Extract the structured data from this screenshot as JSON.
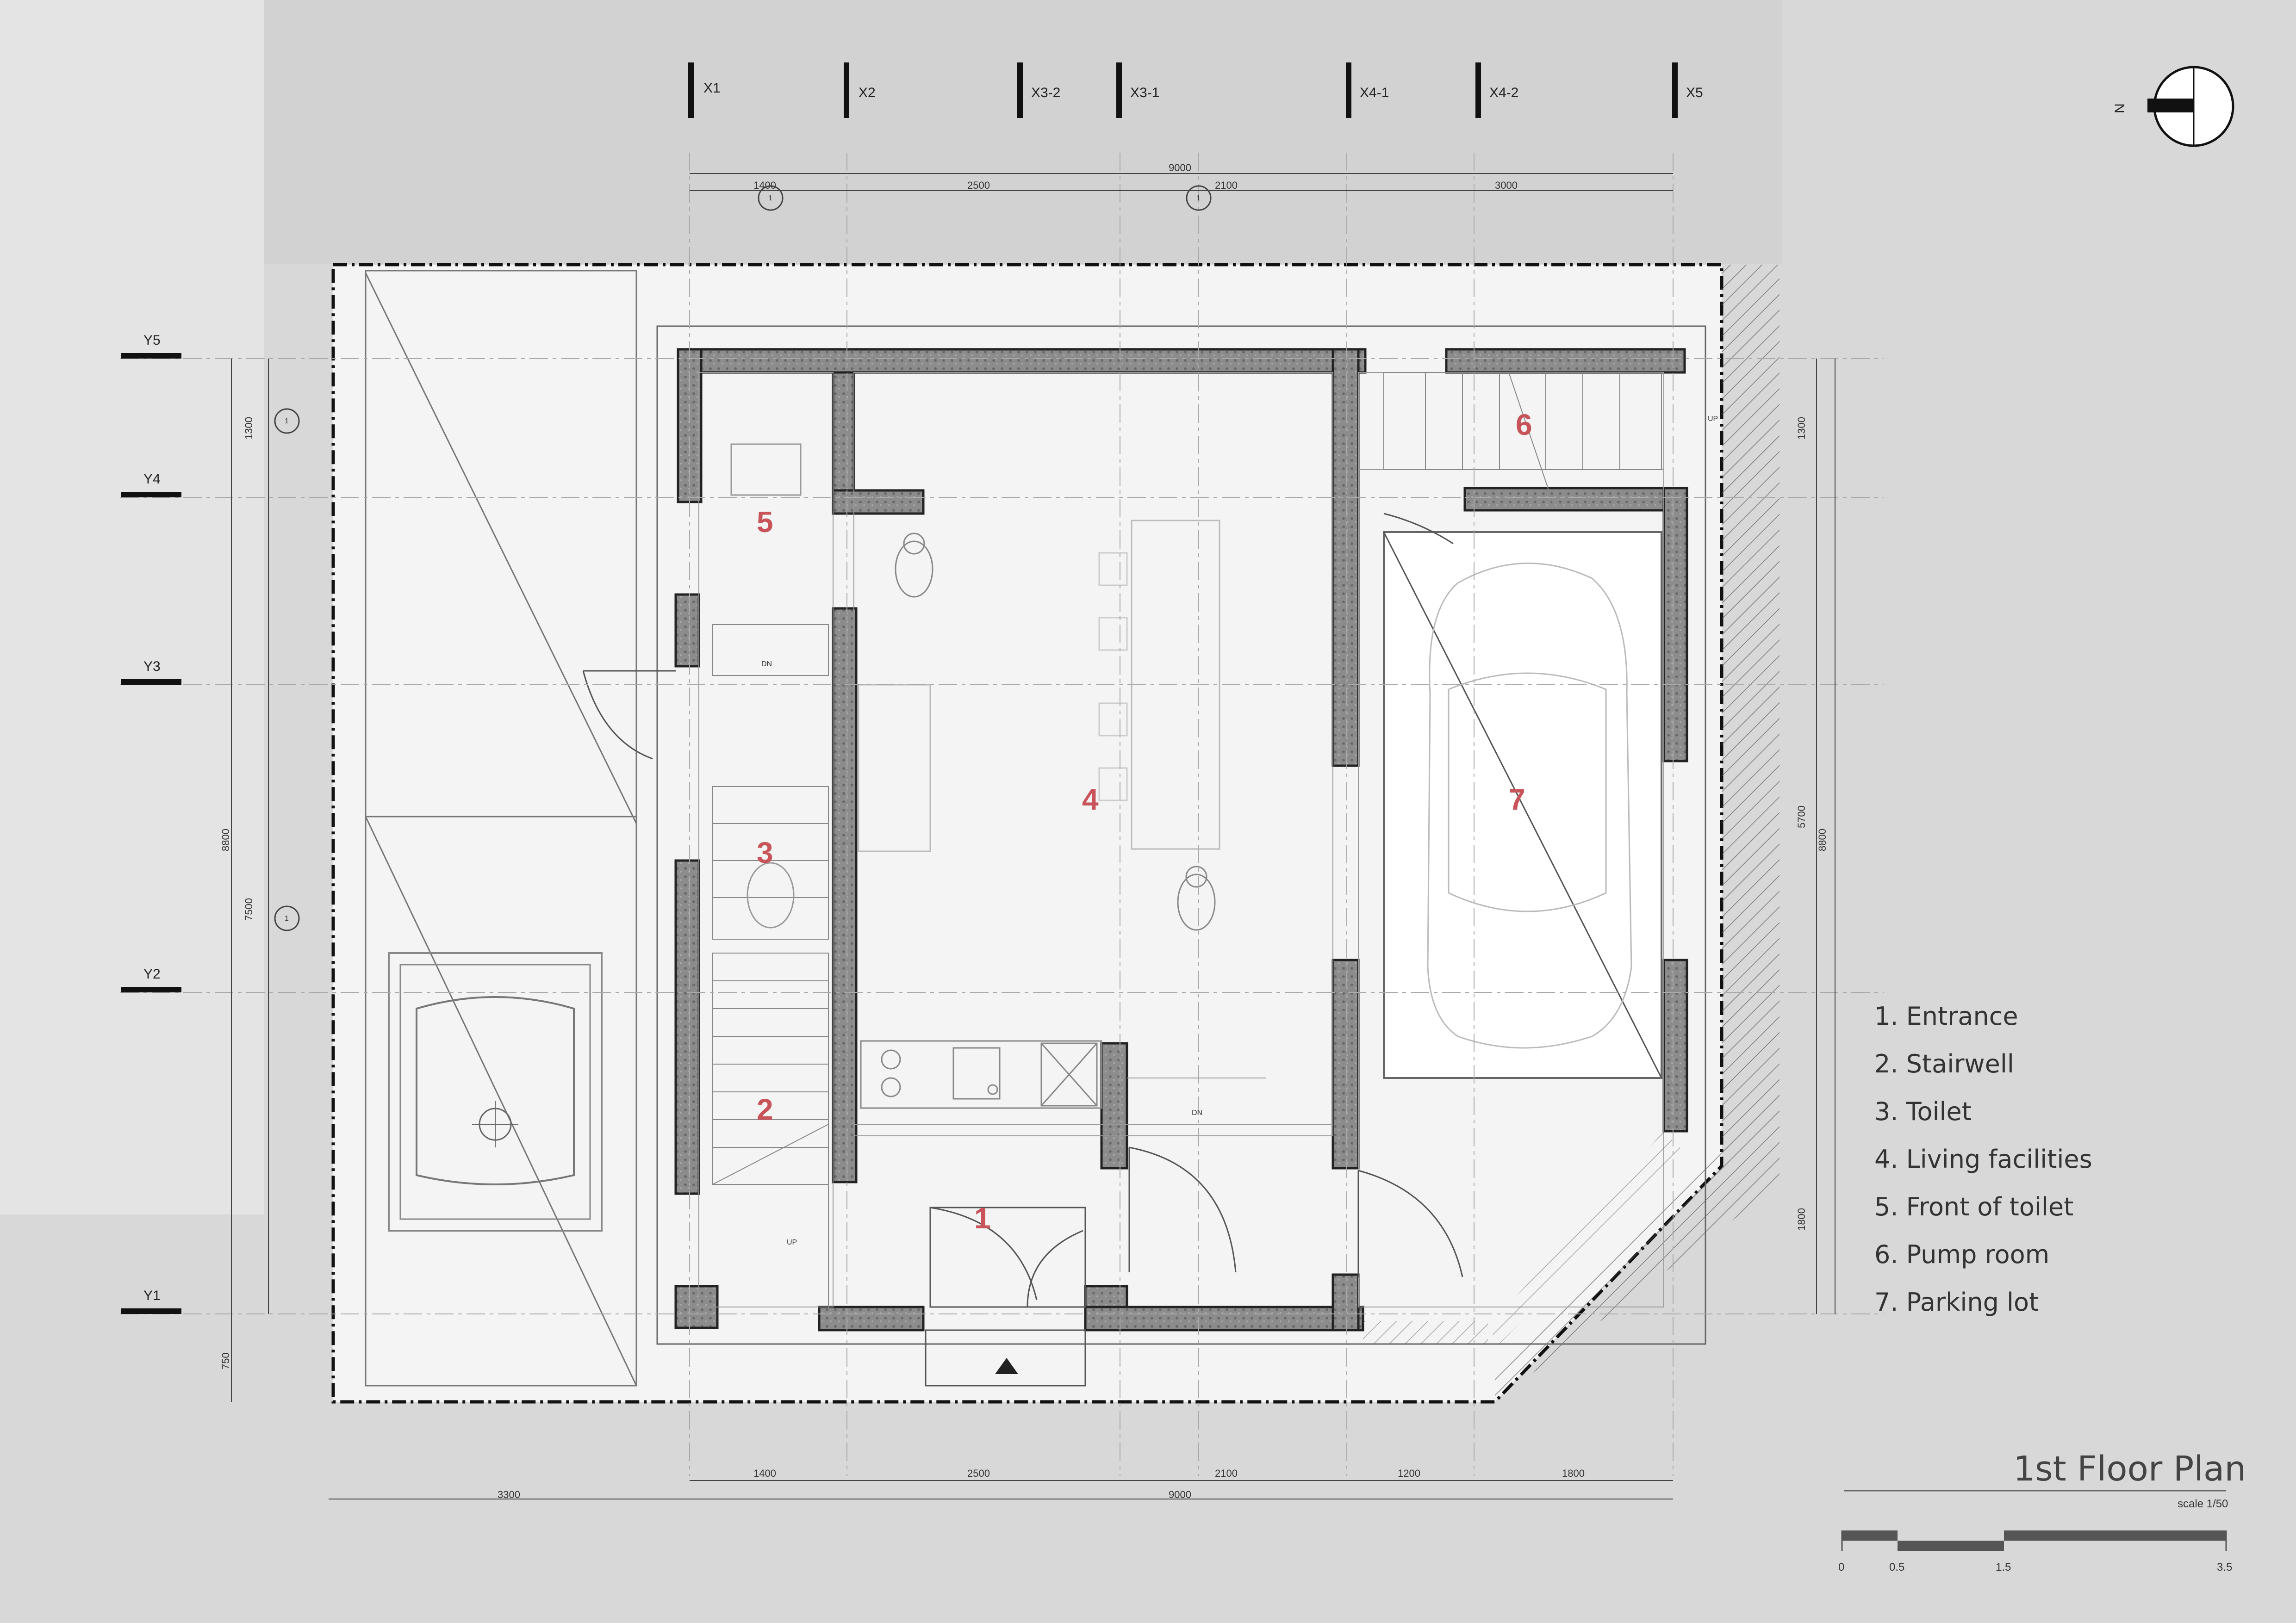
{
  "grid": {
    "x": [
      "X1",
      "X2",
      "X3-2",
      "X3-1",
      "X4-1",
      "X4-2",
      "X5"
    ],
    "y": [
      "Y5",
      "Y4",
      "Y3",
      "Y2",
      "Y1"
    ]
  },
  "dimensions": {
    "top_total": "9000",
    "top_segments": [
      "1400",
      "2500",
      "2100",
      "3000"
    ],
    "bottom_segments": [
      "1400",
      "2500",
      "2100",
      "1200",
      "1800"
    ],
    "bottom_total": "9000",
    "bottom_left": "3300",
    "left_outer": "8800",
    "left_inner": "7500",
    "left_top": "1300",
    "left_bottom": "750",
    "right_top": "1300",
    "right_mid": "5700",
    "right_outer": "8800",
    "right_bottom": "1800"
  },
  "rooms": {
    "r1": "1",
    "r2": "2",
    "r3": "3",
    "r4": "4",
    "r5": "5",
    "r6": "6",
    "r7": "7"
  },
  "annotations": {
    "dn1": "DN",
    "dn2": "DN",
    "up1": "UP",
    "up2": "UP",
    "marker_top1": "1",
    "marker_top2": "1",
    "marker_left1": "1",
    "marker_left2": "1"
  },
  "legend": [
    "1. Entrance",
    "2. Stairwell",
    "3. Toilet",
    "4. Living facilities",
    "5. Front of toilet",
    "6. Pump room",
    "7. Parking lot"
  ],
  "title": "1st Floor Plan",
  "scale": "scale 1/50",
  "scale_bar": [
    "0",
    "0.5",
    "1.5",
    "3.5"
  ],
  "compass": "N"
}
